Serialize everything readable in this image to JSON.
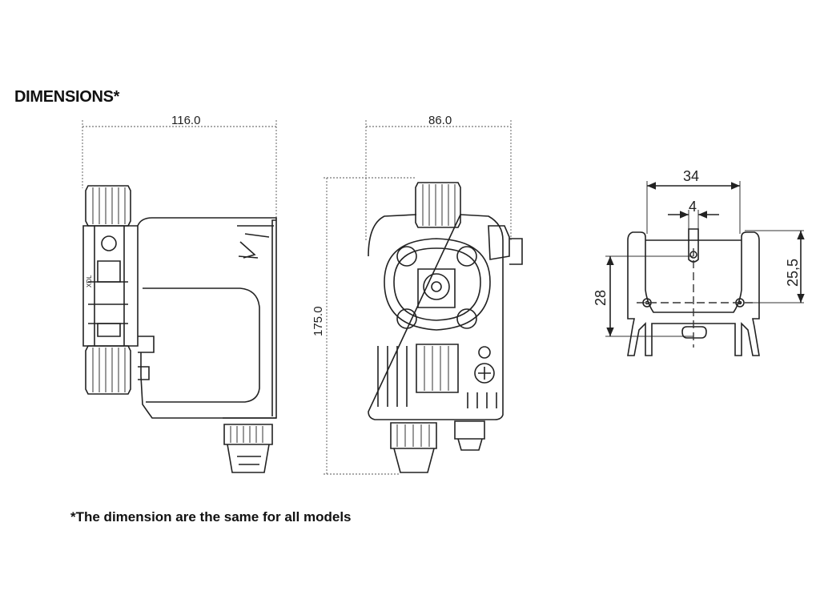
{
  "header": {
    "title": "DIMENSIONS*"
  },
  "dimensions": {
    "side_width": "116.0",
    "front_width": "86.0",
    "height": "175.0",
    "bracket_width": "34",
    "slot_width": "4",
    "bracket_hole_height": "28",
    "bracket_slot_height": "25,5"
  },
  "footer": {
    "note": "*The dimension are the same for all models"
  }
}
